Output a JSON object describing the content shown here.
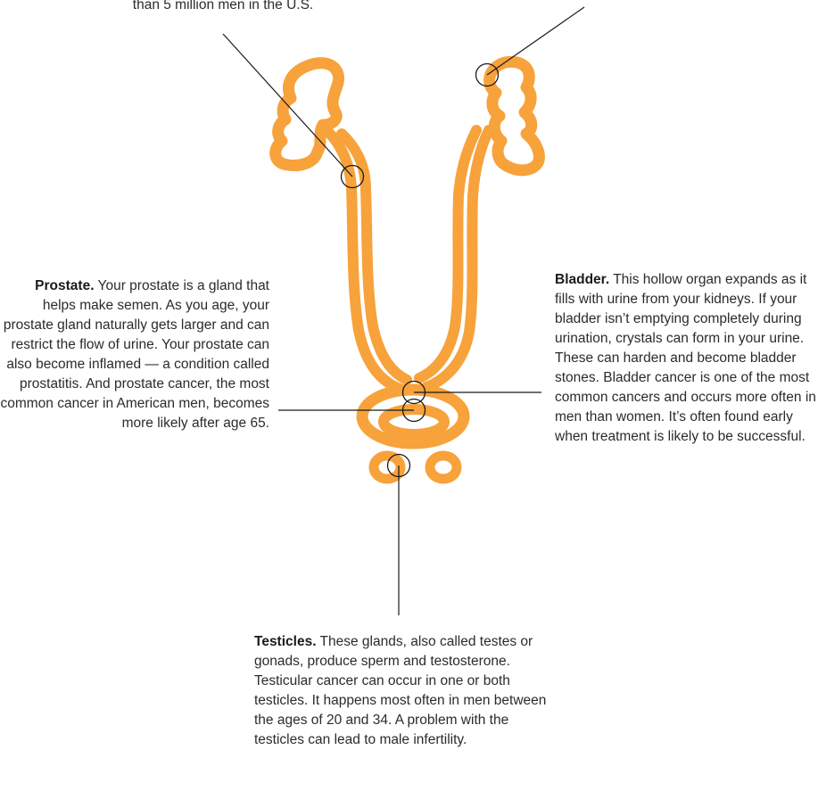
{
  "colors": {
    "organ_stroke": "#F7A23B",
    "leader_line": "#1a1a1a",
    "text": "#2b2b2b",
    "background": "#ffffff"
  },
  "top_caption": {
    "text": "than 5 million men in the U.S."
  },
  "prostate": {
    "title": "Prostate.",
    "body": " Your prostate is a gland that helps make semen. As you age, your prostate gland naturally gets larger and can restrict the flow of urine. Your prostate can also become inflamed — a condition called prostatitis. And prostate cancer, the most common cancer in American men, becomes more likely after age 65."
  },
  "bladder": {
    "title": "Bladder.",
    "body": " This hollow organ expands as it fills with urine from your kidneys. If your bladder isn’t emptying completely during urination, crystals can form in your urine. These can harden and become bladder stones. Bladder cancer is one of the most common cancers and occurs more often in men than women. It’s often found early when treatment is likely to be successful."
  },
  "testicles": {
    "title": "Testicles.",
    "body": " These glands, also called testes or gonads, produce sperm and testosterone. Testicular cancer can occur in one or both testicles. It happens most often in men between the ages of 20 and 34. A problem with the testicles can lead to male infertility."
  }
}
